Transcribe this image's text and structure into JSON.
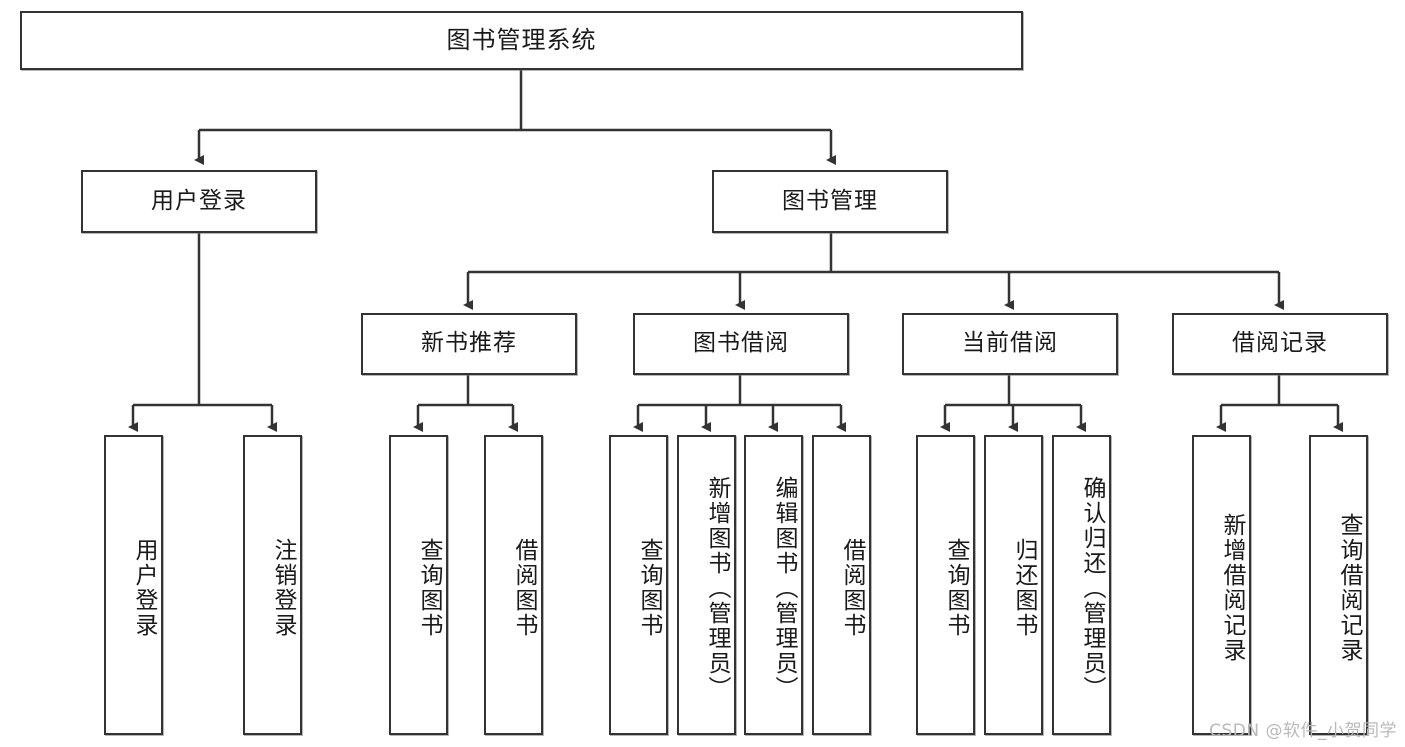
{
  "diagram": {
    "title_node": {
      "label": "图书管理系统"
    },
    "level2": [
      {
        "id": "user-login",
        "label": "用户登录"
      },
      {
        "id": "book-management",
        "label": "图书管理"
      }
    ],
    "level3": [
      {
        "id": "new-book-recommend",
        "label": "新书推荐"
      },
      {
        "id": "book-borrow",
        "label": "图书借阅"
      },
      {
        "id": "current-borrow",
        "label": "当前借阅"
      },
      {
        "id": "borrow-record",
        "label": "借阅记录"
      }
    ],
    "leaves": {
      "user_login": [
        {
          "id": "leaf-user-login",
          "label": "用户登录"
        },
        {
          "id": "leaf-logout",
          "label": "注销登录"
        }
      ],
      "new_book_recommend": [
        {
          "id": "leaf-query-book-1",
          "label": "查询图书"
        },
        {
          "id": "leaf-borrow-book-1",
          "label": "借阅图书"
        }
      ],
      "book_borrow": [
        {
          "id": "leaf-query-book-2",
          "label": "查询图书"
        },
        {
          "id": "leaf-add-book",
          "label": "新增图书（管理员）"
        },
        {
          "id": "leaf-edit-book",
          "label": "编辑图书（管理员）"
        },
        {
          "id": "leaf-borrow-book-2",
          "label": "借阅图书"
        }
      ],
      "current_borrow": [
        {
          "id": "leaf-query-book-3",
          "label": "查询图书"
        },
        {
          "id": "leaf-return-book",
          "label": "归还图书"
        },
        {
          "id": "leaf-confirm-return",
          "label": "确认归还（管理员）"
        }
      ],
      "borrow_record": [
        {
          "id": "leaf-add-record",
          "label": "新增借阅记录"
        },
        {
          "id": "leaf-query-record",
          "label": "查询借阅记录"
        }
      ]
    }
  },
  "watermark": {
    "text": "CSDN @软件_小贺同学"
  },
  "colors": {
    "stroke": "#333333",
    "fill": "#ffffff",
    "text": "#1a1a1a",
    "watermark": "#b9b9b9"
  }
}
